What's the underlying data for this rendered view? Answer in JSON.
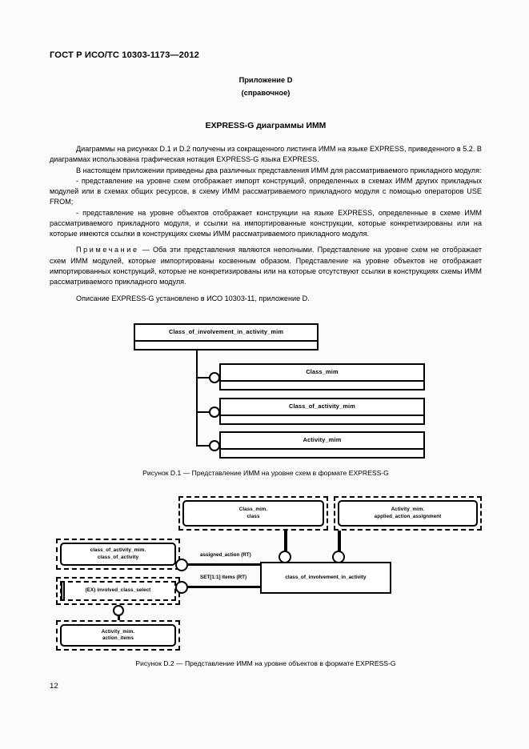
{
  "document": {
    "header": "ГОСТ Р ИСО/ТС 10303-1173—2012",
    "annex_title": "Приложение D",
    "annex_subtitle": "(справочное)",
    "section_title": "EXPRESS-G диаграммы ИММ",
    "page_number": "12"
  },
  "body": {
    "p1": "Диаграммы на рисунках D.1 и D.2 получены из сокращенного листинга ИММ на языке EXPRESS, приведенного в 5.2. В диаграммах использована графическая нотация EXPRESS-G языка EXPRESS.",
    "p2": "В настоящем приложении приведены два различных представления ИММ для рассматриваемого прикладного модуля:",
    "p3": "- представление на уровне схем отображает импорт конструкций, определенных в схемах ИММ других прикладных модулей или в схемах общих ресурсов, в схему ИММ рассматриваемого прикладного модуля с помощью операторов USE FROM;",
    "p4": "- представление на уровне объектов отображает конструкции на языке EXPRESS, определенные в схеме ИММ рассматриваемого прикладного модуля, и ссылки на импортированные конструкции, которые конкретизированы или на которые имеются ссылки в конструкциях схемы ИММ рассматриваемого прикладного модуля.",
    "note_label": "Примечание",
    "note_text": " — Оба эти представления являются неполными. Представление на уровне схем не отображает схем ИММ модулей, которые импортированы косвенным образом. Представление на уровне объектов не отображает импортированных конструкций, которые не конкретизированы или на которые отсутствуют ссылки в конструкциях схемы ИММ рассматриваемого прикладного модуля.",
    "p5": "Описание EXPRESS-G установлено в ИСО 10303-11, приложение D."
  },
  "figure1": {
    "caption": "Рисунок D.1 — Представление ИММ на уровне схем в формате EXPRESS-G",
    "root": "Class_of_involvement_in_activity_mim",
    "children": [
      "Class_mim",
      "Class_of_activity_mim",
      "Activity_mim"
    ]
  },
  "figure2": {
    "caption": "Рисунок D.2 — Представление ИММ на уровне объектов в формате EXPRESS-G",
    "boxes": {
      "class_mim": {
        "line1": "Class_mim.",
        "line2": "class"
      },
      "activity_mim_assignment": {
        "line1": "Activity_mim.",
        "line2": "applied_action_assignment"
      },
      "class_of_activity_mim": {
        "line1": "class_of_activity_mim.",
        "line2": "class_of_activity"
      },
      "involved_class_select": {
        "line1": "(EX) involved_class_select",
        "line2": ""
      },
      "activity_mim_action_items": {
        "line1": "Activity_mim.",
        "line2": "action_items"
      },
      "central": {
        "line1": "class_of_involvement_in_activity",
        "line2": ""
      }
    },
    "relations": {
      "assigned_action": "assigned_action (RT)",
      "items": "SET[1:1] items (RT)"
    }
  }
}
